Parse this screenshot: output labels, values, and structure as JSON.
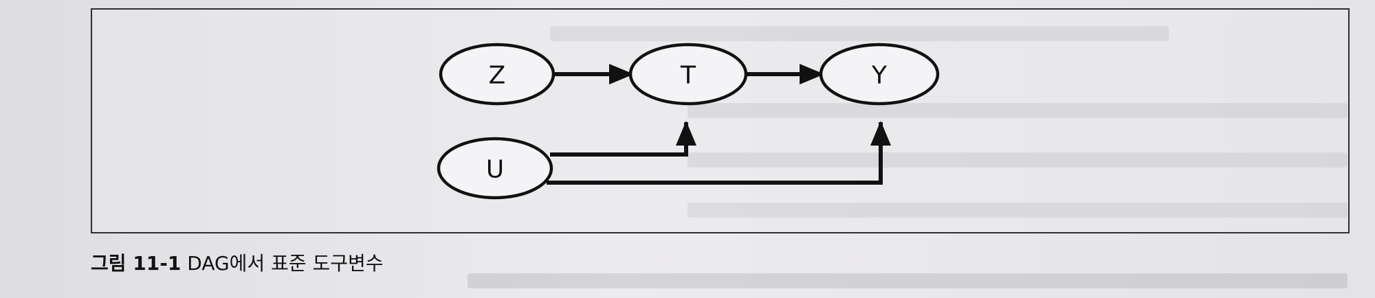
{
  "diagram": {
    "nodes": [
      {
        "id": "Z",
        "label": "Z"
      },
      {
        "id": "T",
        "label": "T"
      },
      {
        "id": "Y",
        "label": "Y"
      },
      {
        "id": "U",
        "label": "U"
      }
    ],
    "edges": [
      {
        "from": "Z",
        "to": "T"
      },
      {
        "from": "T",
        "to": "Y"
      },
      {
        "from": "U",
        "to": "T"
      },
      {
        "from": "U",
        "to": "Y"
      }
    ]
  },
  "caption": {
    "label": "그림 11-1",
    "text": "DAG에서 표준 도구변수"
  }
}
